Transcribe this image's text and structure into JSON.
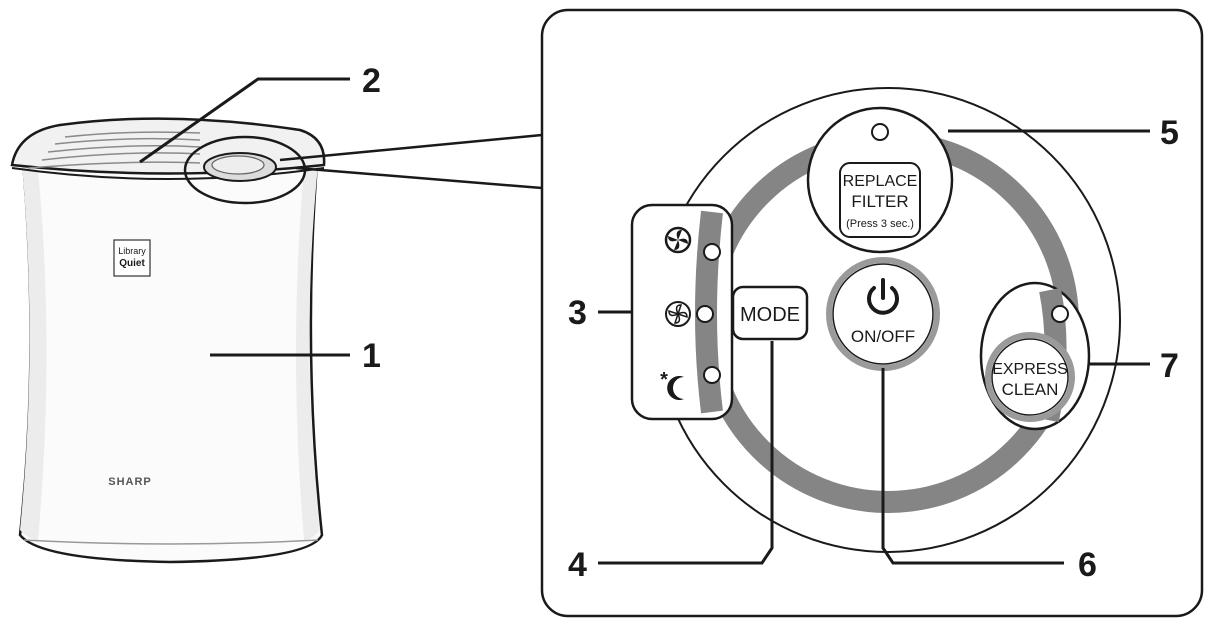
{
  "device": {
    "brand": "SHARP",
    "badge_line1": "Library",
    "badge_line2": "Quiet"
  },
  "callouts": [
    "1",
    "2",
    "3",
    "4",
    "5",
    "6",
    "7"
  ],
  "panel": {
    "mode_label": "MODE",
    "power_label": "ON/OFF",
    "replace_line1": "REPLACE",
    "replace_line2": "FILTER",
    "replace_line3": "(Press 3 sec.)",
    "express_line1": "EXPRESS",
    "express_line2": "CLEAN",
    "night_mark": "*"
  },
  "colors": {
    "ring": "#858585",
    "outline": "#1a1a1a",
    "body_shade": "#e8e8e8"
  },
  "icons": [
    "fan-high-icon",
    "fan-low-icon",
    "moon-icon",
    "power-icon"
  ]
}
